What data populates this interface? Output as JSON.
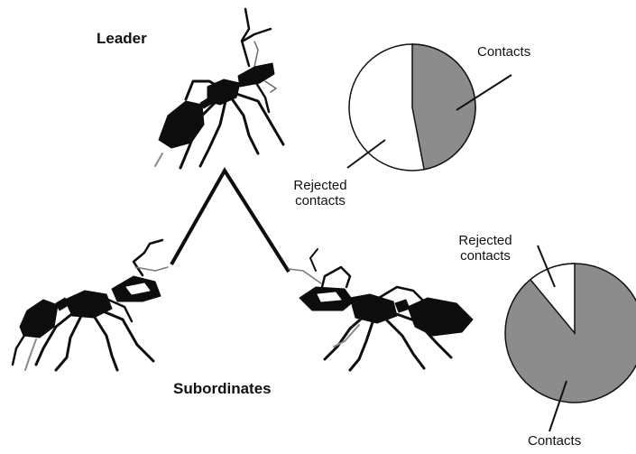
{
  "labels": {
    "leader": "Leader",
    "subordinates": "Subordinates"
  },
  "pies": [
    {
      "name": "leader-pie",
      "contacts_label": "Contacts",
      "rejected_label_line1": "Rejected",
      "rejected_label_line2": "contacts",
      "contacts_fraction": 0.47,
      "rejected_fraction": 0.53
    },
    {
      "name": "subordinates-pie",
      "contacts_label": "Contacts",
      "rejected_label_line1": "Rejected",
      "rejected_label_line2": "contacts",
      "contacts_fraction": 0.89,
      "rejected_fraction": 0.11
    }
  ],
  "colors": {
    "contacts_fill": "#8c8c8c",
    "rejected_fill": "#ffffff",
    "outline": "#111111",
    "ant_body": "#0d0d0d"
  }
}
